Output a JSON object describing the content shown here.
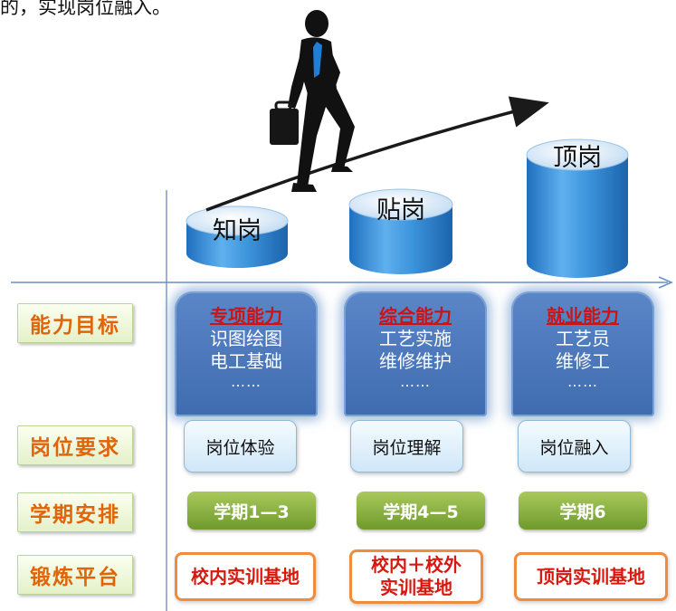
{
  "header_fragment": "的，实现岗位融入。",
  "stages": [
    "知岗",
    "贴岗",
    "顶岗"
  ],
  "rows": [
    "能力目标",
    "岗位要求",
    "学期安排",
    "锻炼平台"
  ],
  "abilities": [
    {
      "title": "专项能力",
      "lines": [
        "识图绘图",
        "电工基础"
      ],
      "more": "……"
    },
    {
      "title": "综合能力",
      "lines": [
        "工艺实施",
        "维修维护"
      ],
      "more": "……"
    },
    {
      "title": "就业能力",
      "lines": [
        "工艺员",
        "维修工"
      ],
      "more": "……"
    }
  ],
  "post_requirements": [
    "岗位体验",
    "岗位理解",
    "岗位融入"
  ],
  "terms": [
    "学期1—3",
    "学期4—5",
    "学期6"
  ],
  "platforms": [
    {
      "lines": [
        "校内实训基地"
      ]
    },
    {
      "lines": [
        "校内＋校外",
        "实训基地"
      ]
    },
    {
      "lines": [
        "顶岗实训基地"
      ]
    }
  ],
  "colors": {
    "cylinder": "#3a8ed6",
    "cylinder_top": "#cfe4f6",
    "label_text": "#e0640a",
    "ability_bg": "#4a78bd",
    "ability_title": "#c81616",
    "term_bg": "#8bb33f",
    "platform_border": "#ef8d3c",
    "platform_text": "#d8180f",
    "axis": "#6a8fc4"
  }
}
